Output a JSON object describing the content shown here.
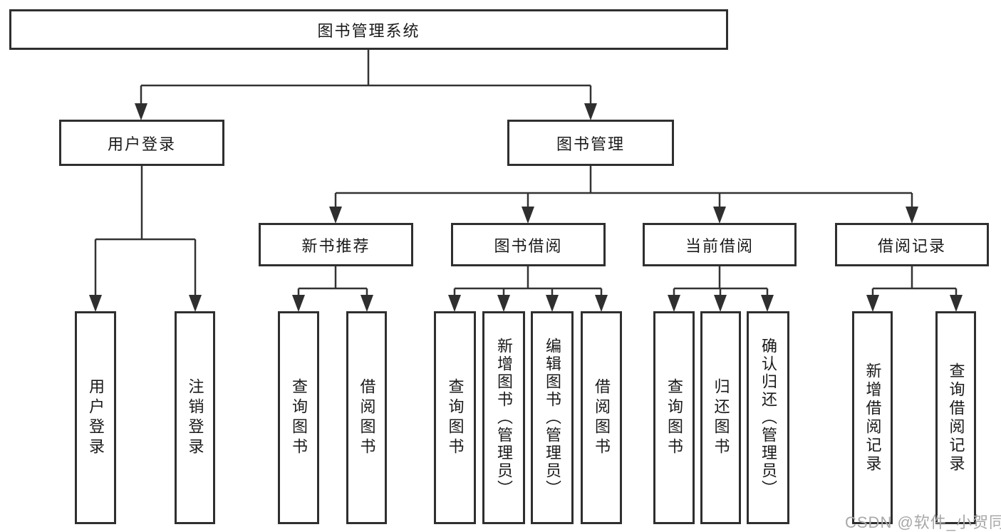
{
  "tree": {
    "label": "图书管理系统",
    "children": [
      {
        "label": "用户登录",
        "children": [
          {
            "label": "用户登录"
          },
          {
            "label": "注销登录"
          }
        ]
      },
      {
        "label": "图书管理",
        "children": [
          {
            "label": "新书推荐",
            "children": [
              {
                "label": "查询图书"
              },
              {
                "label": "借阅图书"
              }
            ]
          },
          {
            "label": "图书借阅",
            "children": [
              {
                "label": "查询图书"
              },
              {
                "label": "新增图书（管理员）"
              },
              {
                "label": "编辑图书（管理员）"
              },
              {
                "label": "借阅图书"
              }
            ]
          },
          {
            "label": "当前借阅",
            "children": [
              {
                "label": "查询图书"
              },
              {
                "label": "归还图书"
              },
              {
                "label": "确认归还（管理员）"
              }
            ]
          },
          {
            "label": "借阅记录",
            "children": [
              {
                "label": "新增借阅记录"
              },
              {
                "label": "查询借阅记录"
              }
            ]
          }
        ]
      }
    ]
  },
  "watermark": {
    "text": "CSDN @软件_小贺同学"
  },
  "colors": {
    "line": "#333333",
    "arrow": "#2f2f2f",
    "border": "#2f2f2f",
    "text": "#1a1a1a",
    "background": "#ffffff",
    "watermark": "#a8a8a8"
  }
}
